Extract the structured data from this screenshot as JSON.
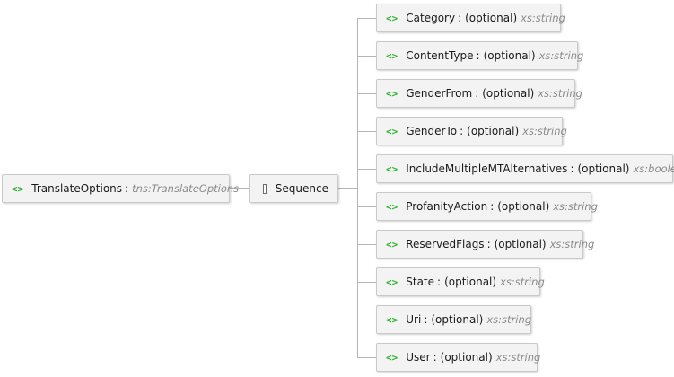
{
  "root": {
    "name": "TranslateOptions",
    "separator": ":",
    "type": "tns:TranslateOptions"
  },
  "sequence": {
    "label": "Sequence",
    "icon": "sequence-icon"
  },
  "element_icon": "<>",
  "children": [
    {
      "name": "Category",
      "separator": ":",
      "occurrence": "(optional)",
      "type": "xs:string"
    },
    {
      "name": "ContentType",
      "separator": ":",
      "occurrence": "(optional)",
      "type": "xs:string"
    },
    {
      "name": "GenderFrom",
      "separator": ":",
      "occurrence": "(optional)",
      "type": "xs:string"
    },
    {
      "name": "GenderTo",
      "separator": ":",
      "occurrence": "(optional)",
      "type": "xs:string"
    },
    {
      "name": "IncludeMultipleMTAlternatives",
      "separator": ":",
      "occurrence": "(optional)",
      "type": "xs:boolean"
    },
    {
      "name": "ProfanityAction",
      "separator": ":",
      "occurrence": "(optional)",
      "type": "xs:string"
    },
    {
      "name": "ReservedFlags",
      "separator": ":",
      "occurrence": "(optional)",
      "type": "xs:string"
    },
    {
      "name": "State",
      "separator": ":",
      "occurrence": "(optional)",
      "type": "xs:string"
    },
    {
      "name": "Uri",
      "separator": ":",
      "occurrence": "(optional)",
      "type": "xs:string"
    },
    {
      "name": "User",
      "separator": ":",
      "occurrence": "(optional)",
      "type": "xs:string"
    }
  ],
  "colors": {
    "element_icon": "#2db52d",
    "type_text": "#8a8a8a",
    "connector": "#b5b5b5",
    "node_bg": "#f3f3f3",
    "node_border": "#c9c9c9"
  }
}
